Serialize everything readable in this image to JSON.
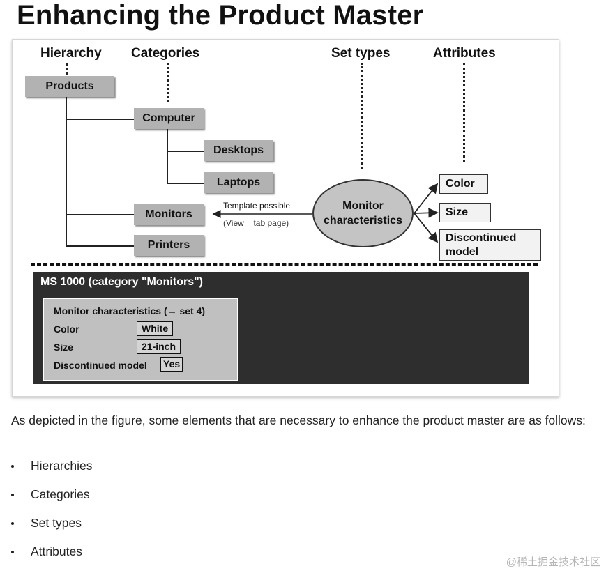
{
  "title": "Enhancing the Product Master",
  "figure": {
    "headers": {
      "hierarchy": "Hierarchy",
      "categories": "Categories",
      "set_types": "Set types",
      "attributes": "Attributes"
    },
    "nodes": {
      "products": "Products",
      "computer": "Computer",
      "desktops": "Desktops",
      "laptops": "Laptops",
      "monitors": "Monitors",
      "printers": "Printers"
    },
    "set_type": {
      "line1": "Monitor",
      "line2": "characteristics"
    },
    "arrow_note": {
      "line1": "Template possible",
      "line2": "(View = tab page)"
    },
    "attribute_boxes": {
      "color": "Color",
      "size": "Size",
      "discontinued_line1": "Discontinued",
      "discontinued_line2": "model"
    },
    "example": {
      "heading": "MS 1000 (category \"Monitors\")",
      "set_label": "Monitor characteristics (→ set 4)",
      "rows": [
        {
          "label": "Color",
          "value": "White"
        },
        {
          "label": "Size",
          "value": "21-inch"
        },
        {
          "label": "Discontinued model",
          "value": "Yes"
        }
      ]
    }
  },
  "paragraph": "As depicted in the figure, some elements that are necessary to enhance the product master are as follows:",
  "bullets": [
    "Hierarchies",
    "Categories",
    "Set types",
    "Attributes"
  ],
  "watermark": "@稀土掘金技术社区"
}
